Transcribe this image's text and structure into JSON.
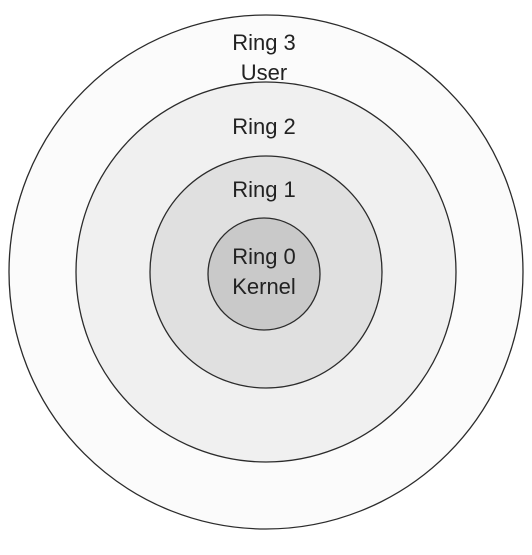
{
  "diagram": {
    "rings": [
      {
        "id": "ring3",
        "label": "Ring 3",
        "sublabel": "User",
        "fill": "#fbfbfb"
      },
      {
        "id": "ring2",
        "label": "Ring 2",
        "sublabel": "",
        "fill": "#f0f0f0"
      },
      {
        "id": "ring1",
        "label": "Ring 1",
        "sublabel": "",
        "fill": "#e0e0e0"
      },
      {
        "id": "ring0",
        "label": "Ring 0",
        "sublabel": "Kernel",
        "fill": "#c9c9c9"
      }
    ],
    "stroke_color": "#2b2b2b",
    "text_color": "#222222"
  }
}
